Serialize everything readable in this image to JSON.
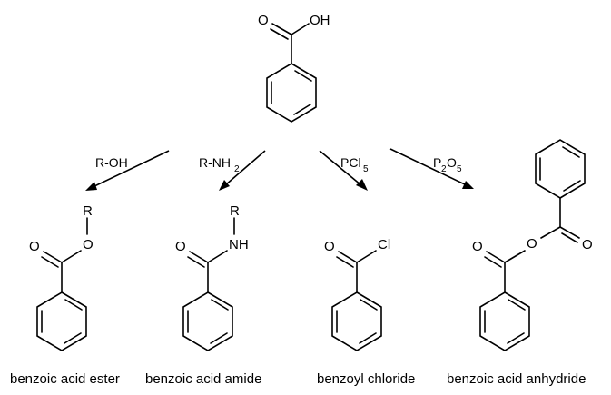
{
  "start": {
    "O": "O",
    "OH": "OH"
  },
  "reagents": {
    "roh": "R-OH",
    "rnh2_main": "R-NH",
    "rnh2_sub": "2",
    "pcl5_main": "PCl",
    "pcl5_sub": "5",
    "p2o5_p": "P",
    "p2o5_sub1": "2",
    "p2o5_o": "O",
    "p2o5_sub2": "5"
  },
  "ester": {
    "R": "R",
    "O_link": "O",
    "O_carbonyl": "O",
    "name": "benzoic acid ester"
  },
  "amide": {
    "R": "R",
    "NH": "NH",
    "O_carbonyl": "O",
    "name": "benzoic acid amide"
  },
  "chloride": {
    "O_carbonyl": "O",
    "Cl": "Cl",
    "name": "benzoyl chloride"
  },
  "anhydride": {
    "O_bridge": "O",
    "O_upper": "O",
    "O_lower": "O",
    "name": "benzoic acid anhydride"
  }
}
